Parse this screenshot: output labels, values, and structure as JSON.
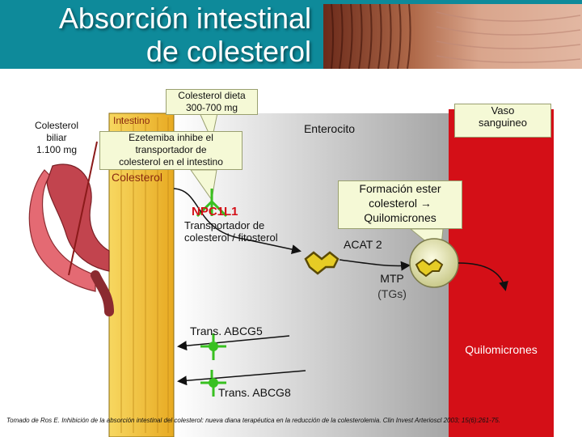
{
  "header": {
    "title_line1": "Absorción intestinal",
    "title_line2": "de colesterol"
  },
  "labels": {
    "biliary": [
      "Colesterol",
      "biliar",
      "1.100 mg"
    ],
    "diet": [
      "Colesterol dieta",
      "300-700 mg"
    ],
    "intestine": "Intestino",
    "ezetimibe": [
      "Ezetemiba inhibe el",
      "transportador de",
      "colesterol en el intestino"
    ],
    "enterocyte": "Enterocito",
    "blood_vessel": [
      "Vaso",
      "sanguineo"
    ],
    "cholesterol": "Colesterol",
    "npc1l1": "NPC1L1",
    "transporter": [
      "Transportador de",
      "colesterol / fitosterol"
    ],
    "ester_formation": [
      "Formación ester",
      "colesterol →",
      "Quilomicrones"
    ],
    "acat2": "ACAT 2",
    "mtp": "MTP",
    "tgs": "(TGs)",
    "abcg5": "Trans. ABCG5",
    "abcg8": "Trans. ABCG8",
    "chylomicrons": "Quilomicrones"
  },
  "colors": {
    "header_bg": "#0e8a9a",
    "intestine_wall": "#f0c23a",
    "blood_vessel": "#d40f17",
    "enterocyte_gradient_start": "#ffffff",
    "enterocyte_gradient_end": "#a4a4a4",
    "transporter_green": "#38c020",
    "callout_bg": "#f5f9d6"
  },
  "footer": {
    "citation": "Tomado de Ros E. Inhibición de la absorción intestinal del colesterol: nueva diana terapéutica en la reducción de la colesterolemia. Clin Invest Arterioscl 2003; 15(6):261-75."
  }
}
